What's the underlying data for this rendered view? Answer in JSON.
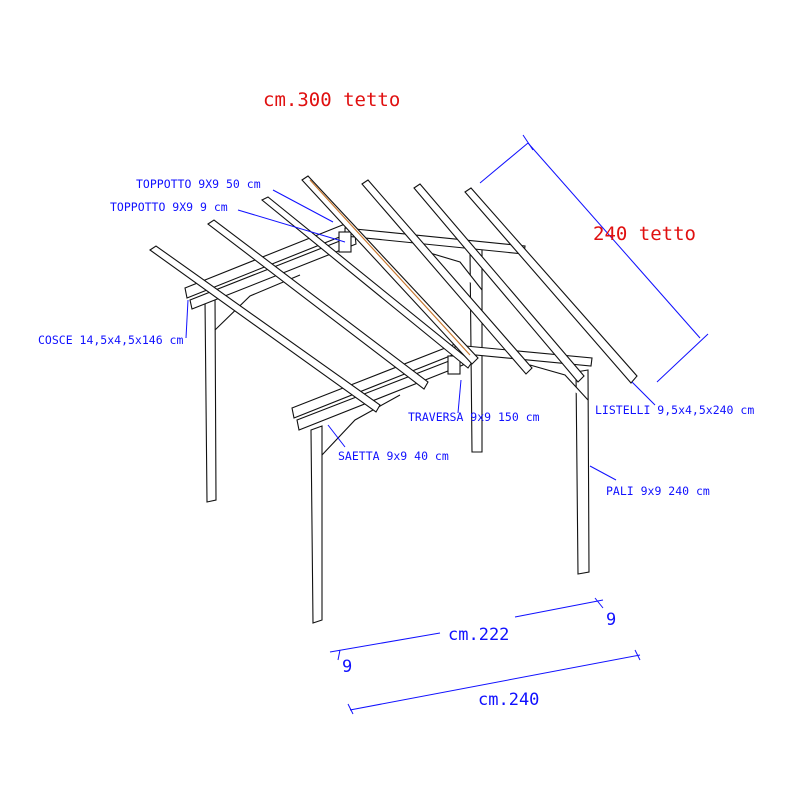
{
  "title_width": "cm.300 tetto",
  "title_depth": "240 tetto",
  "labels": {
    "toppotto_50": "TOPPOTTO 9X9 50 cm",
    "toppotto_9": "TOPPOTTO 9X9 9 cm",
    "cosce": "COSCE 14,5x4,5x146 cm",
    "traversa": "TRAVERSA 9x9 150 cm",
    "saetta": "SAETTA 9x9 40 cm",
    "listelli": "LISTELLI 9,5x4,5x240 cm",
    "pali": "PALI 9x9 240 cm"
  },
  "dimensions": {
    "inner": "cm.222",
    "outer": "cm.240",
    "post_left": "9",
    "post_right": "9"
  },
  "colors": {
    "annotation": "#1010ff",
    "title": "#e01010",
    "highlight": "#c87830"
  }
}
